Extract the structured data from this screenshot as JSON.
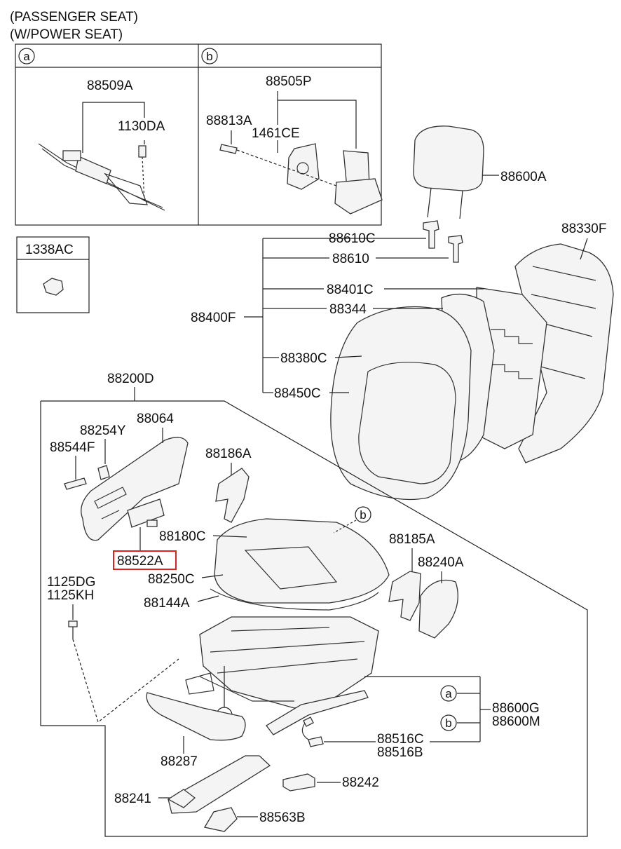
{
  "header": {
    "line1": "(PASSENGER SEAT)",
    "line2": "(W/POWER SEAT)"
  },
  "inset_a": {
    "tag": "a",
    "labels": [
      "88509A",
      "1130DA"
    ]
  },
  "inset_b": {
    "tag": "b",
    "labels": [
      "88505P",
      "88813A",
      "1461CE"
    ]
  },
  "inset_1338": {
    "label": "1338AC"
  },
  "parts": {
    "p88600A": "88600A",
    "p88330F": "88330F",
    "p88610C": "88610C",
    "p88610": "88610",
    "p88401C": "88401C",
    "p88344": "88344",
    "p88400F": "88400F",
    "p88380C": "88380C",
    "p88450C": "88450C",
    "p88200D": "88200D",
    "p88064": "88064",
    "p88254Y": "88254Y",
    "p88544F": "88544F",
    "p88186A": "88186A",
    "p88180C": "88180C",
    "p88522A": "88522A",
    "p88250C": "88250C",
    "p88144A": "88144A",
    "p88185A": "88185A",
    "p88240A": "88240A",
    "p1125DG": "1125DG",
    "p1125KH": "1125KH",
    "p88600G": "88600G",
    "p88600M": "88600M",
    "p88516C": "88516C",
    "p88516B": "88516B",
    "p88287": "88287",
    "p88242": "88242",
    "p88241": "88241",
    "p88563B": "88563B"
  },
  "callouts": {
    "b_seat": "b",
    "a_right": "a",
    "b_right": "b",
    "a_bottom": "a"
  },
  "highlight_color": "#e02020"
}
